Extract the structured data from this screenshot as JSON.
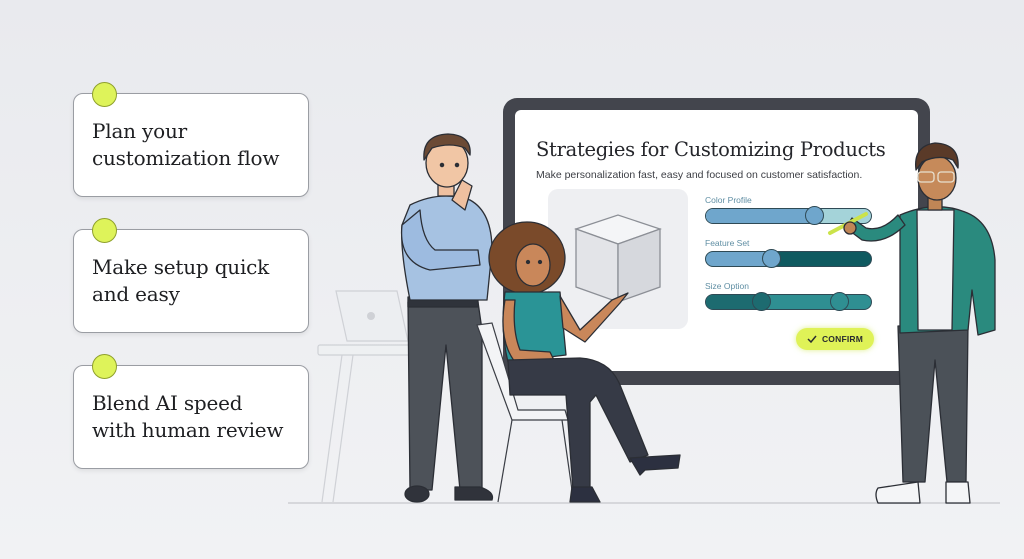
{
  "cards": [
    {
      "id": "card1",
      "text_line1": "Plan your",
      "text_line2": "customization flow"
    },
    {
      "id": "card2",
      "text_line1": "Make setup quick",
      "text_line2": "and easy"
    },
    {
      "id": "card3",
      "text_line1": "Blend AI speed",
      "text_line2": "with human review"
    }
  ],
  "screen": {
    "title": "Strategies for Customizing Products",
    "subtitle": "Make personalization fast, easy and focused on customer satisfaction.",
    "product_icon": "cube-icon",
    "sliders": [
      {
        "label": "Color Profile",
        "value_pct": 66
      },
      {
        "label": "Feature Set",
        "value_pct": 40
      },
      {
        "label": "Size Option",
        "range_start_pct": 34,
        "range_end_pct": 81
      }
    ],
    "confirm_label": "CONFIRM",
    "confirm_icon": "check-icon"
  },
  "colors": {
    "accent_lime": "#def35a",
    "teal_dark": "#0f5a60",
    "teal": "#2a8a8c",
    "slider_blue": "#6fa6cc",
    "monitor_frame": "#43454d",
    "background": "#eceef1"
  }
}
